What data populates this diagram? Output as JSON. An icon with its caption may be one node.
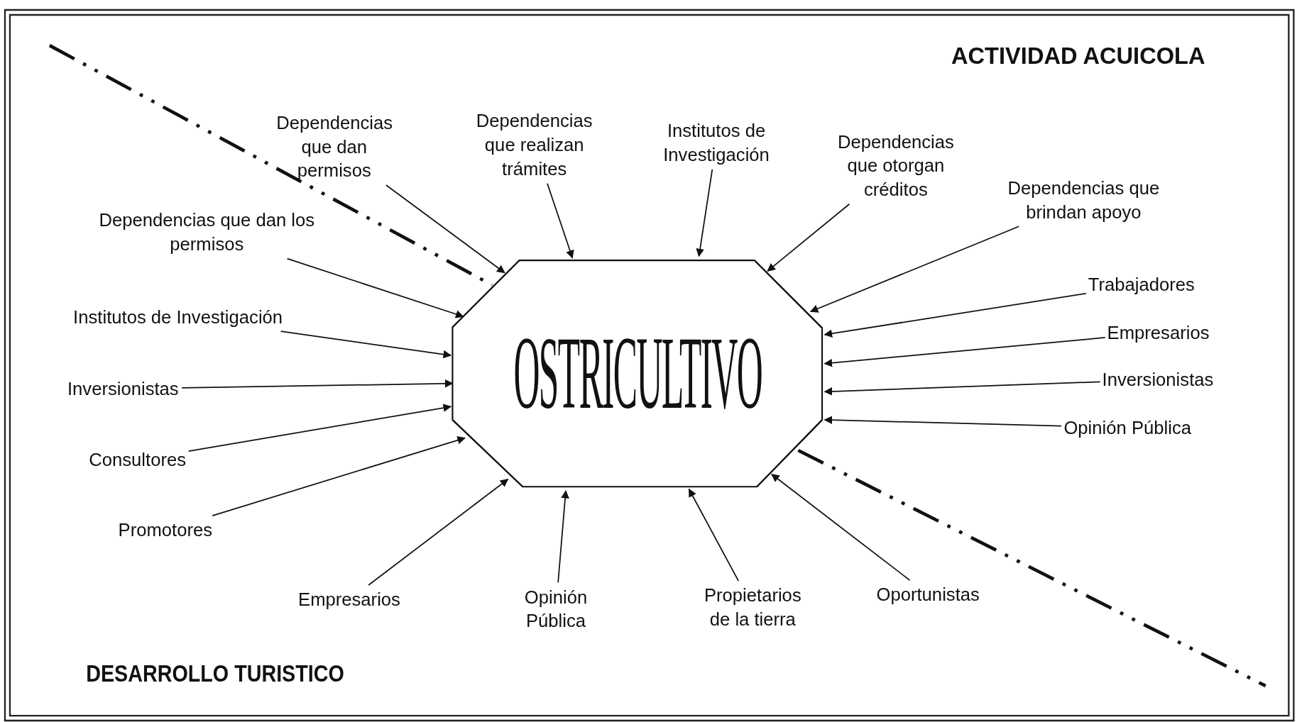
{
  "diagram": {
    "nodes": [
      {
        "text": [
          "OSTRICULTIVO"
        ]
      },
      {
        "text": [
          "Dependencias que dan permisos"
        ]
      },
      {
        "text": [
          "Dependencias que realizan trámites"
        ]
      },
      {
        "text": [
          "Institutos de Investigación"
        ]
      },
      {
        "text": [
          "Dependencias que otorgan créditos"
        ]
      },
      {
        "text": [
          "Dependencias que brindan apoyo"
        ]
      },
      {
        "text": [
          "Dependencias que dan los permisos"
        ]
      },
      {
        "text": [
          "Institutos de Investigación"
        ]
      },
      {
        "text": [
          "Trabajadores"
        ]
      },
      {
        "text": [
          "Empresarios"
        ]
      },
      {
        "text": [
          "Inversionistas"
        ]
      },
      {
        "text": [
          "Inversionistas"
        ]
      },
      {
        "text": [
          "Opinión Pública"
        ]
      },
      {
        "text": [
          "Consultores"
        ]
      },
      {
        "text": [
          "Promotores"
        ]
      },
      {
        "text": [
          "Empresarios"
        ]
      },
      {
        "text": [
          "Opinión Pública"
        ]
      },
      {
        "text": [
          "Propietarios de la tierra"
        ]
      },
      {
        "text": [
          "Oportunistas"
        ]
      }
    ],
    "edges": [
      {
        "from": 1,
        "to": 0,
        "arrow": "to"
      },
      {
        "from": 2,
        "to": 0,
        "arrow": "to"
      },
      {
        "from": 3,
        "to": 0,
        "arrow": "to"
      },
      {
        "from": 4,
        "to": 0,
        "arrow": "to"
      },
      {
        "from": 5,
        "to": 0,
        "arrow": "to"
      },
      {
        "from": 6,
        "to": 0,
        "arrow": "to"
      },
      {
        "from": 7,
        "to": 0,
        "arrow": "to"
      },
      {
        "from": 8,
        "to": 0,
        "arrow": "to"
      },
      {
        "from": 9,
        "to": 0,
        "arrow": "to"
      },
      {
        "from": 10,
        "to": 0,
        "arrow": "to"
      },
      {
        "from": 11,
        "to": 0,
        "arrow": "to"
      },
      {
        "from": 12,
        "to": 0,
        "arrow": "to"
      },
      {
        "from": 13,
        "to": 0,
        "arrow": "to"
      },
      {
        "from": 14,
        "to": 0,
        "arrow": "to"
      },
      {
        "from": 15,
        "to": 0,
        "arrow": "to"
      },
      {
        "from": 16,
        "to": 0,
        "arrow": "to"
      },
      {
        "from": 17,
        "to": 0,
        "arrow": "to"
      },
      {
        "from": 18,
        "to": 0,
        "arrow": "to"
      }
    ],
    "labels": [
      "ACTIVIDAD ACUICOLA",
      "DESARROLLO TURISTICO"
    ]
  }
}
